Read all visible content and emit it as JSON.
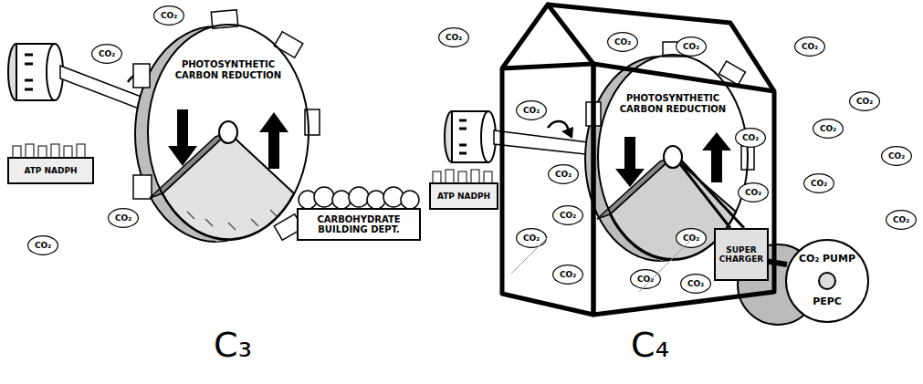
{
  "diagram": {
    "nodes": [
      {
        "text": [
          "PHOTOSYNTHETIC CARBON REDUCTION"
        ]
      },
      {
        "text": [
          "ATP NADPH"
        ]
      },
      {
        "text": [
          "CARBOHYDRATE BUILDING DEPT."
        ]
      },
      {
        "text": [
          "CO₂"
        ]
      },
      {
        "text": [
          "CO₂"
        ]
      },
      {
        "text": [
          "CO₂"
        ]
      },
      {
        "text": [
          "CO₂"
        ]
      },
      {
        "text": [
          "CO₂"
        ]
      },
      {
        "text": [
          "PHOTOSYNTHETIC CARBON REDUCTION"
        ]
      },
      {
        "text": [
          "ATP NADPH"
        ]
      },
      {
        "text": [
          "SUPER CHARGER"
        ]
      },
      {
        "text": [
          "CO₂ PUMP",
          "PEPC"
        ]
      },
      {
        "text": [
          "CO₂"
        ]
      },
      {
        "text": [
          "CO₂"
        ]
      },
      {
        "text": [
          "CO₂"
        ]
      },
      {
        "text": [
          "CO₂"
        ]
      },
      {
        "text": [
          "CO₂"
        ]
      },
      {
        "text": [
          "CO₂"
        ]
      },
      {
        "text": [
          "CO₂"
        ]
      },
      {
        "text": [
          "CO₂"
        ]
      },
      {
        "text": [
          "CO₂"
        ]
      },
      {
        "text": [
          "CO₂"
        ]
      },
      {
        "text": [
          "CO₂"
        ]
      },
      {
        "text": [
          "CO₂"
        ]
      },
      {
        "text": [
          "CO₂"
        ]
      },
      {
        "text": [
          "CO₂"
        ]
      },
      {
        "text": [
          "CO₂"
        ]
      },
      {
        "text": [
          "CO₂"
        ]
      },
      {
        "text": [
          "CO₂"
        ]
      },
      {
        "text": [
          "CO₂"
        ]
      }
    ],
    "labels": [
      "C₃",
      "C₄"
    ]
  }
}
